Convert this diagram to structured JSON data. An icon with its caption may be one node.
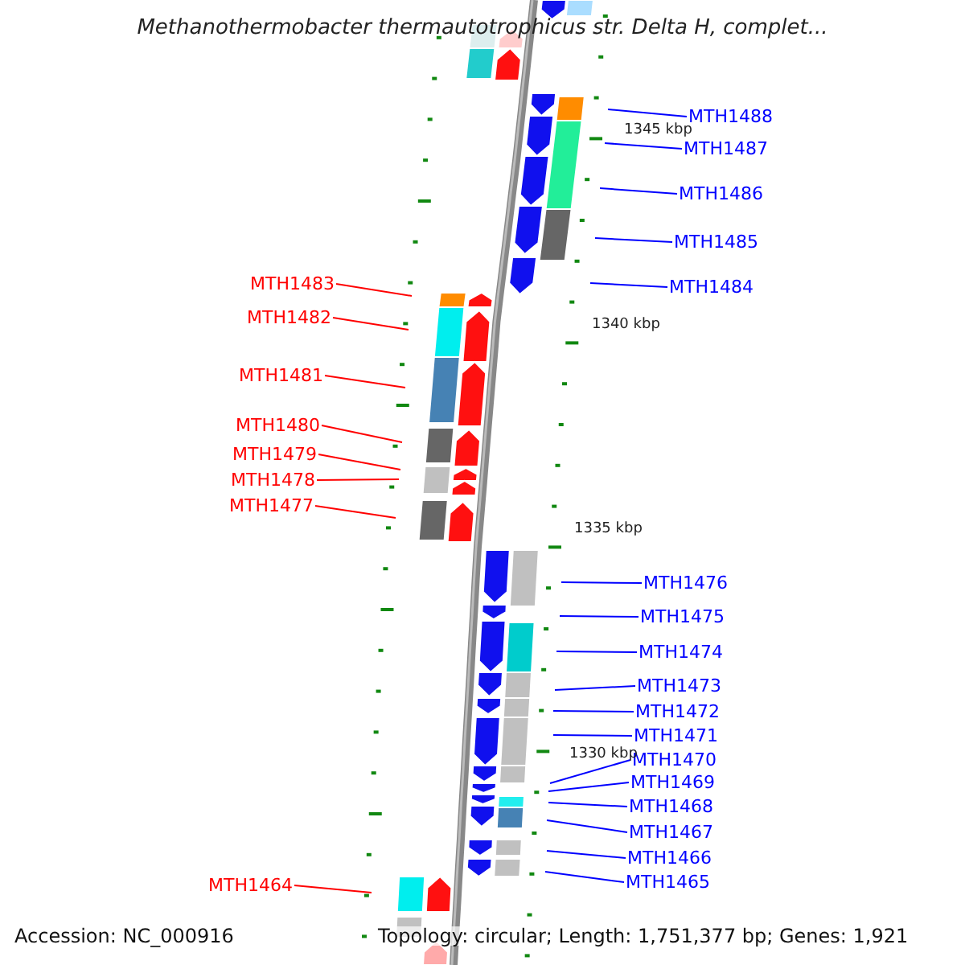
{
  "diagram": {
    "title": "Methanothermobacter thermautotrophicus str. Delta H, complet...",
    "nodes": [
      {
        "text": [
          "MTH1488"
        ]
      },
      {
        "text": [
          "MTH1487"
        ]
      },
      {
        "text": [
          "MTH1486"
        ]
      },
      {
        "text": [
          "MTH1485"
        ]
      },
      {
        "text": [
          "MTH1484"
        ]
      },
      {
        "text": [
          "MTH1483"
        ]
      },
      {
        "text": [
          "MTH1482"
        ]
      },
      {
        "text": [
          "MTH1481"
        ]
      },
      {
        "text": [
          "MTH1480"
        ]
      },
      {
        "text": [
          "MTH1479"
        ]
      },
      {
        "text": [
          "MTH1478"
        ]
      },
      {
        "text": [
          "MTH1477"
        ]
      },
      {
        "text": [
          "MTH1476"
        ]
      },
      {
        "text": [
          "MTH1475"
        ]
      },
      {
        "text": [
          "MTH1474"
        ]
      },
      {
        "text": [
          "MTH1473"
        ]
      },
      {
        "text": [
          "MTH1472"
        ]
      },
      {
        "text": [
          "MTH1471"
        ]
      },
      {
        "text": [
          "MTH1470"
        ]
      },
      {
        "text": [
          "MTH1469"
        ]
      },
      {
        "text": [
          "MTH1468"
        ]
      },
      {
        "text": [
          "MTH1467"
        ]
      },
      {
        "text": [
          "MTH1466"
        ]
      },
      {
        "text": [
          "MTH1465"
        ]
      },
      {
        "text": [
          "MTH1464"
        ]
      }
    ],
    "edges": [
      {
        "from": 0,
        "to": null,
        "arrow": "none"
      },
      {
        "from": 1,
        "to": null,
        "arrow": "none"
      },
      {
        "from": 2,
        "to": null,
        "arrow": "none"
      },
      {
        "from": 3,
        "to": null,
        "arrow": "none"
      },
      {
        "from": 4,
        "to": null,
        "arrow": "none"
      },
      {
        "from": 5,
        "to": null,
        "arrow": "none",
        "color": "#ff0000"
      },
      {
        "from": 6,
        "to": null,
        "arrow": "none",
        "color": "#ff0000"
      },
      {
        "from": 7,
        "to": null,
        "arrow": "none",
        "color": "#ff0000"
      },
      {
        "from": 8,
        "to": null,
        "arrow": "none",
        "color": "#ff0000"
      },
      {
        "from": 9,
        "to": null,
        "arrow": "none",
        "color": "#ff0000"
      },
      {
        "from": 10,
        "to": null,
        "arrow": "none",
        "color": "#ff0000"
      },
      {
        "from": 11,
        "to": null,
        "arrow": "none",
        "color": "#ff0000"
      },
      {
        "from": 12,
        "to": null,
        "arrow": "none"
      },
      {
        "from": 13,
        "to": null,
        "arrow": "none"
      },
      {
        "from": 14,
        "to": null,
        "arrow": "none"
      },
      {
        "from": 15,
        "to": null,
        "arrow": "none"
      },
      {
        "from": 16,
        "to": null,
        "arrow": "none"
      },
      {
        "from": 17,
        "to": null,
        "arrow": "none"
      },
      {
        "from": 18,
        "to": null,
        "arrow": "none"
      },
      {
        "from": 19,
        "to": null,
        "arrow": "none"
      },
      {
        "from": 20,
        "to": null,
        "arrow": "none"
      },
      {
        "from": 21,
        "to": null,
        "arrow": "none"
      },
      {
        "from": 22,
        "to": null,
        "arrow": "none"
      },
      {
        "from": 23,
        "to": null,
        "arrow": "none"
      },
      {
        "from": 24,
        "to": null,
        "arrow": "none",
        "color": "#ff0000"
      }
    ],
    "labels": [
      "1345 kbp",
      "1340 kbp",
      "1335 kbp",
      "1330 kbp",
      "Accession: NC_000916",
      "Topology: circular; Length: 1,751,377 bp; Genes: 1,921"
    ]
  }
}
